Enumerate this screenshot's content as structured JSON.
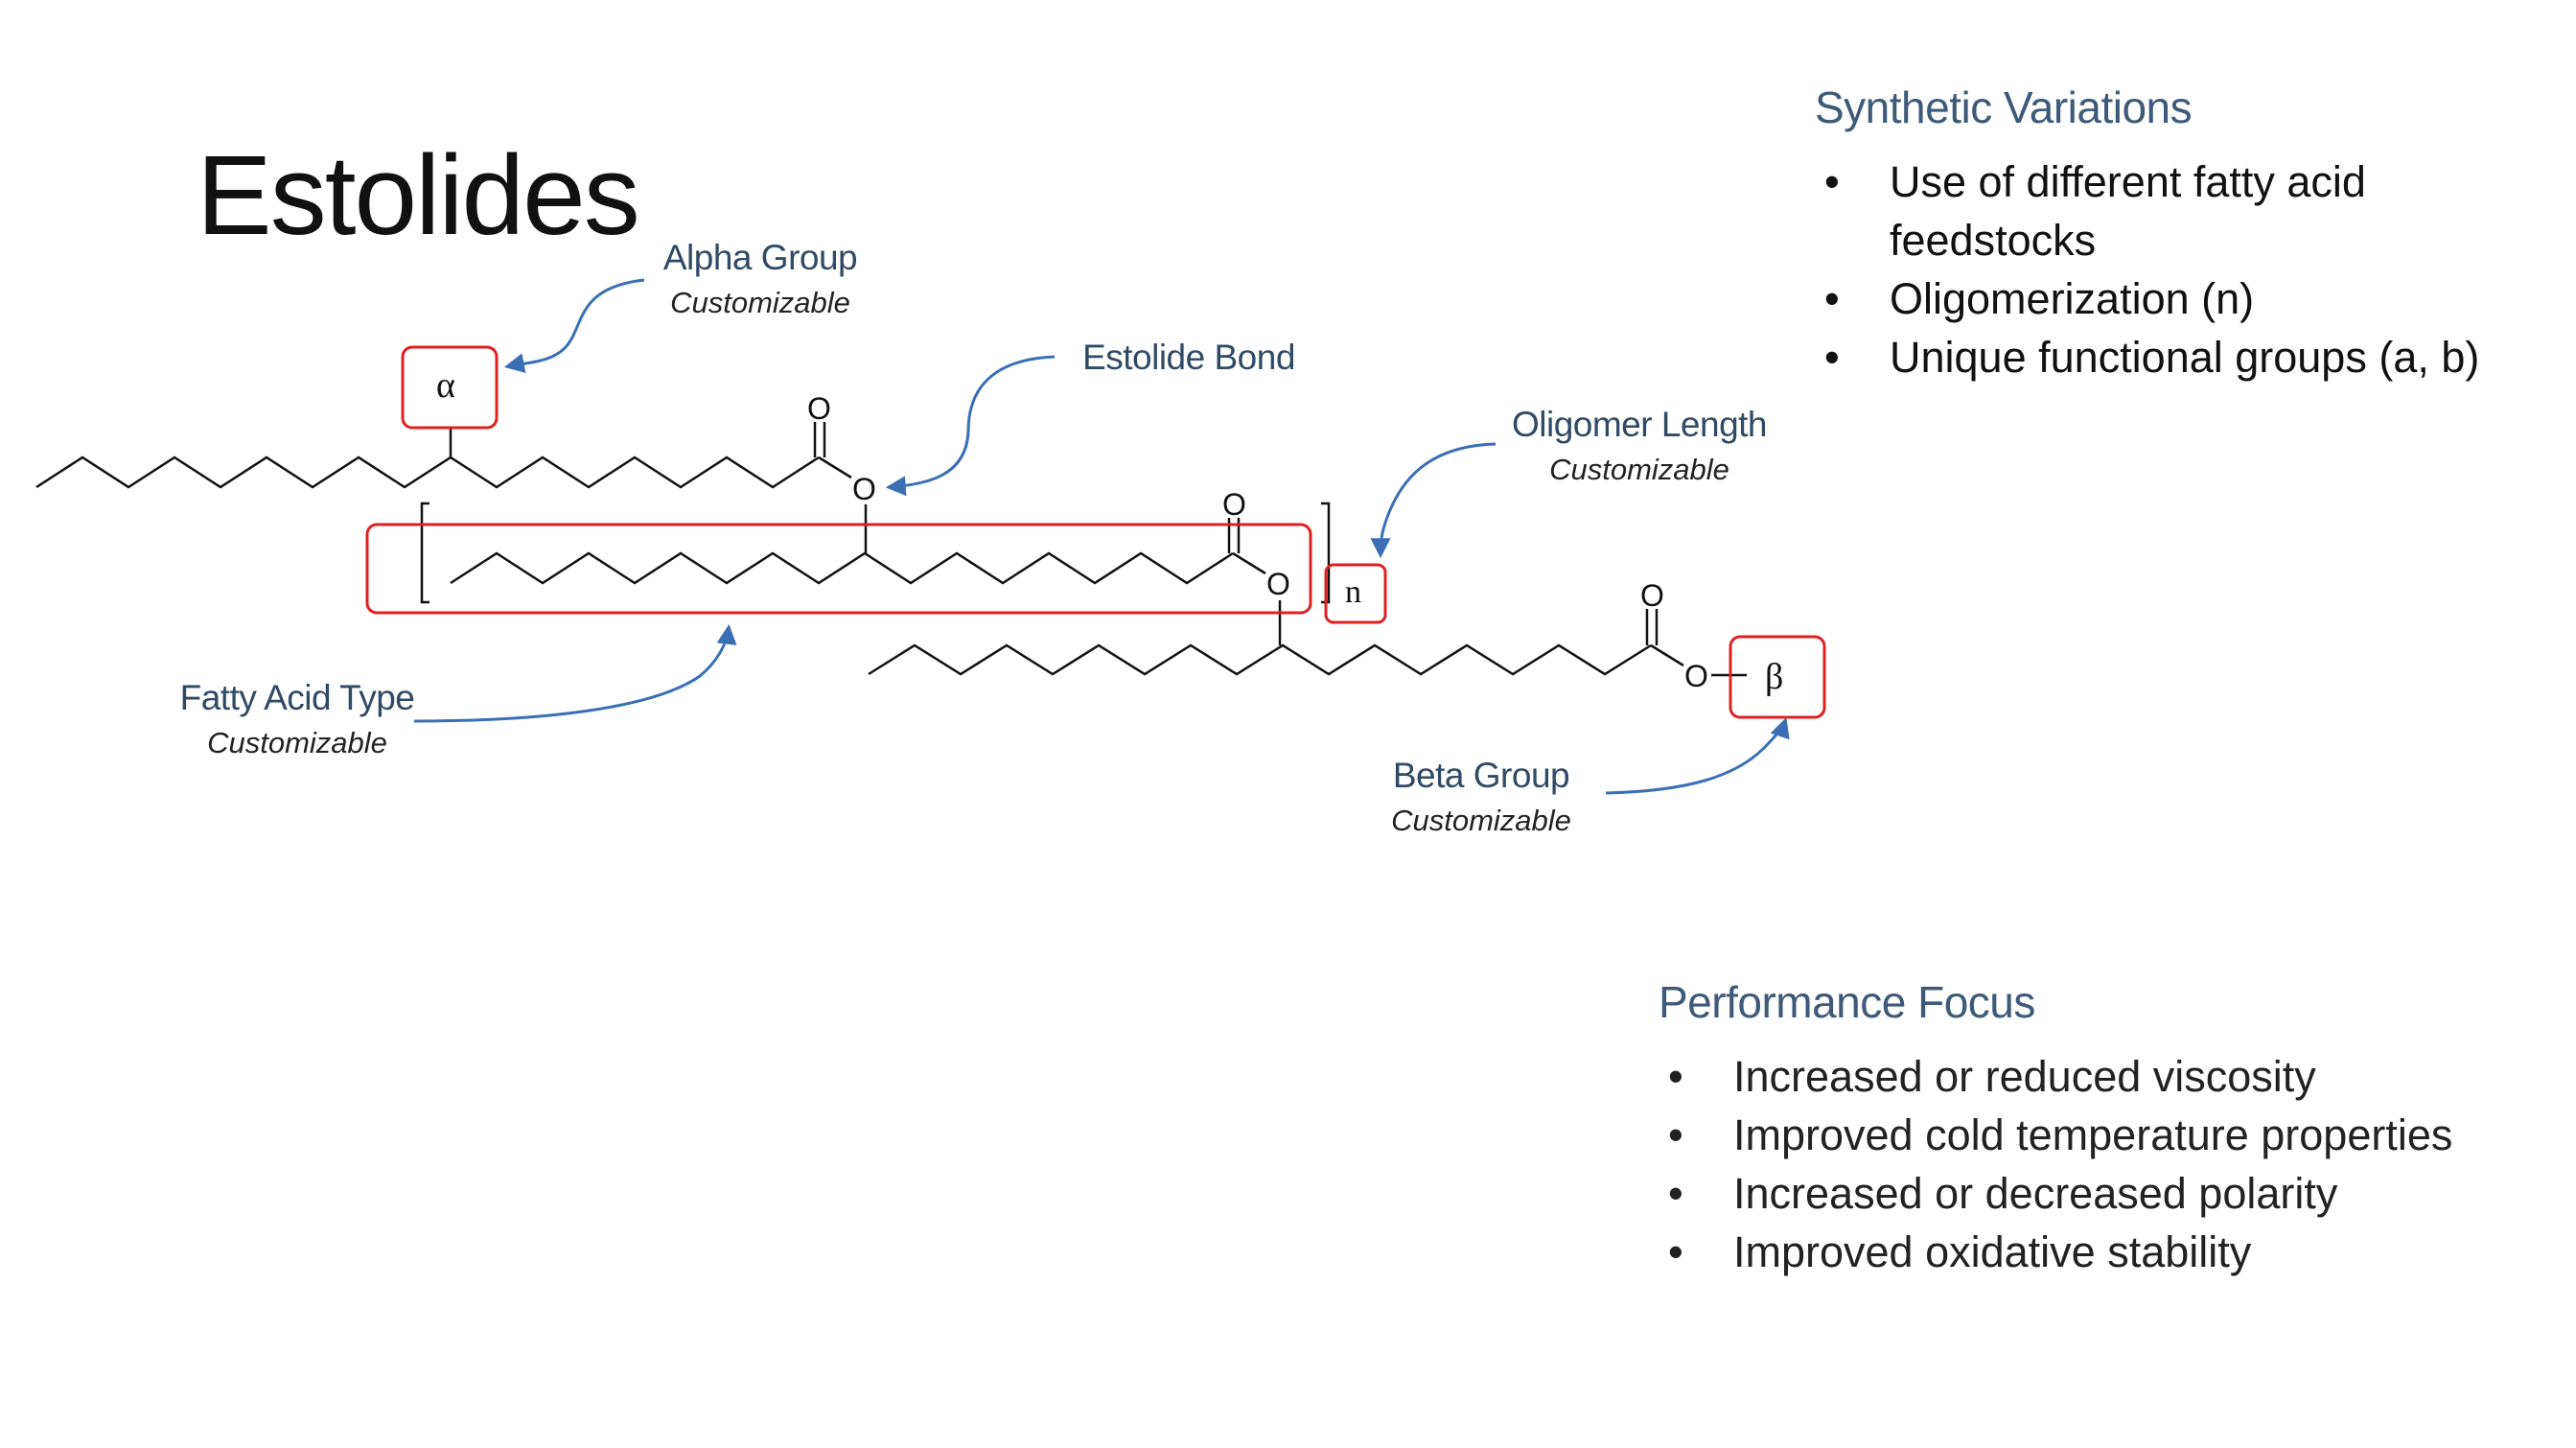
{
  "slide": {
    "title": "Estolides"
  },
  "labels": {
    "alpha": {
      "main": "Alpha Group",
      "sub": "Customizable"
    },
    "estolide_bond": {
      "main": "Estolide Bond"
    },
    "oligomer": {
      "main": "Oligomer Length",
      "sub": "Customizable"
    },
    "fatty_acid": {
      "main": "Fatty Acid Type",
      "sub": "Customizable"
    },
    "beta": {
      "main": "Beta Group",
      "sub": "Customizable"
    }
  },
  "structure": {
    "alpha_symbol": "α",
    "beta_symbol": "β",
    "repeat_symbol": "n",
    "oxygen": "O"
  },
  "synthetic_variations": {
    "heading": "Synthetic Variations",
    "items": [
      "Use of different fatty acid feedstocks",
      "Oligomerization (n)",
      "Unique functional groups (a, b)"
    ]
  },
  "performance_focus": {
    "heading": "Performance Focus",
    "items": [
      "Increased or reduced viscosity",
      "Improved cold temperature properties",
      "Increased or decreased polarity",
      "Improved oxidative stability"
    ]
  },
  "colors": {
    "highlight_box": "#e02020",
    "arrow": "#3a6fb5",
    "label_text": "#2f4a66",
    "heading_text": "#3d5a7a"
  }
}
